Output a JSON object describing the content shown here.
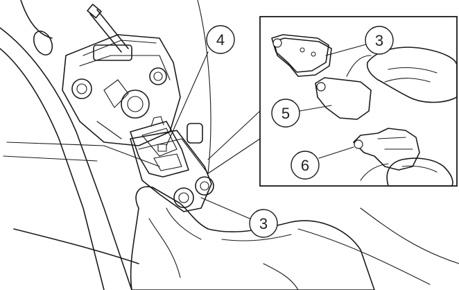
{
  "callouts": [
    {
      "id": "callout-4-main",
      "label": "4"
    },
    {
      "id": "callout-3-main",
      "label": "3"
    },
    {
      "id": "callout-3-inset",
      "label": "3"
    },
    {
      "id": "callout-5-inset",
      "label": "5"
    },
    {
      "id": "callout-6-inset",
      "label": "6"
    }
  ],
  "colors": {
    "spring_clip": "#d42a35",
    "pad_gray": "#8a8a8a",
    "pad_dark": "#5f5f5f",
    "line": "#1a1a1a"
  }
}
